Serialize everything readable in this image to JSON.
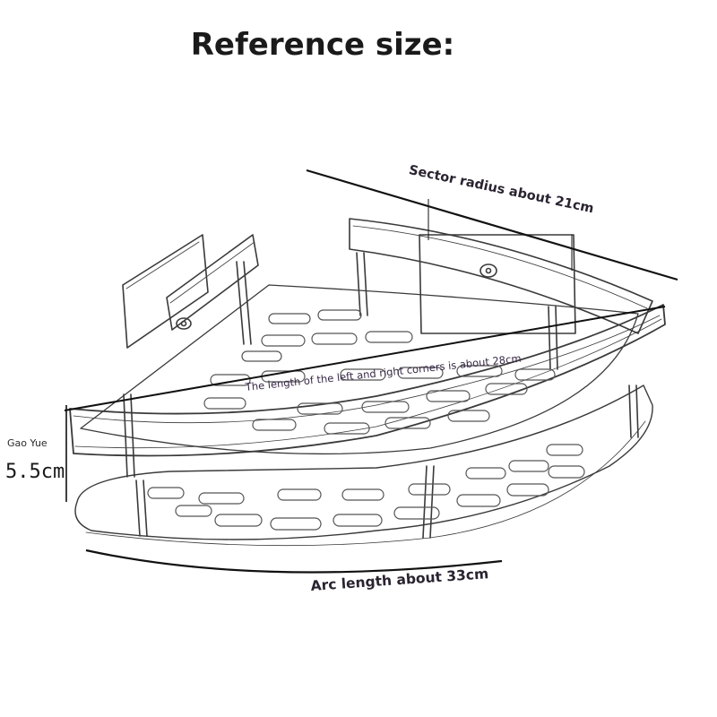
{
  "title": "Reference size:",
  "faint_subtitle": "",
  "labels": {
    "sector_radius": "Sector radius about 21cm",
    "corner_length": "The length of the left and right corners is about 28cm",
    "height_label": "Gao Yue",
    "height_value": "5.5cm",
    "arc_length": "Arc length about 33cm"
  },
  "colors": {
    "ink": "#3a3a3a",
    "dimension_line": "#111111",
    "label_text": "#2a2330"
  },
  "illustration": "corner-shower-caddy-sketch"
}
